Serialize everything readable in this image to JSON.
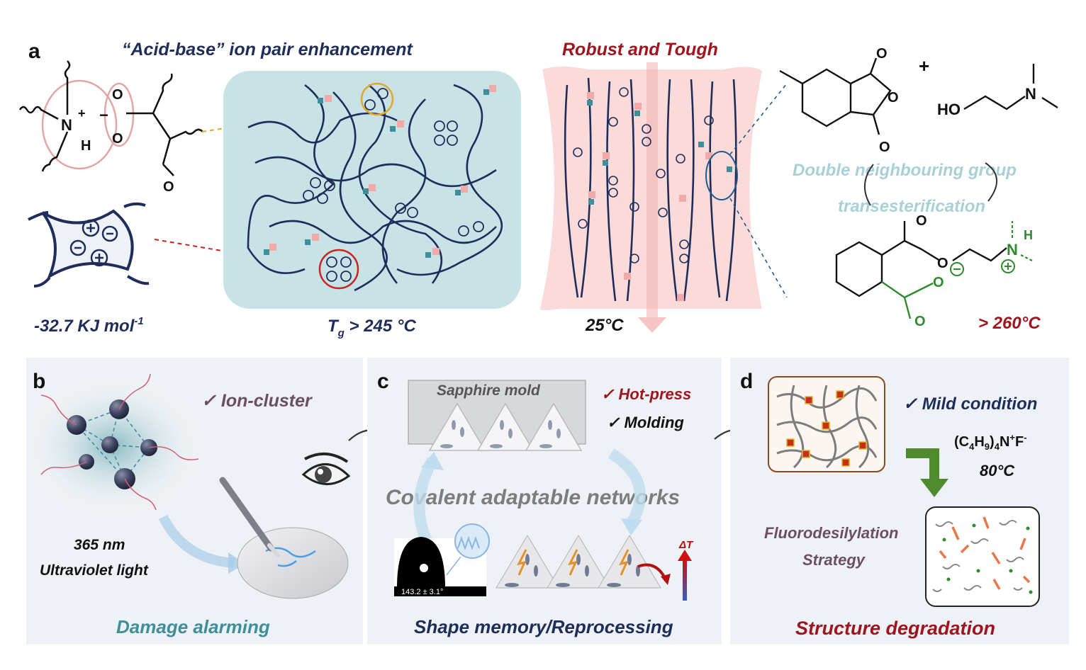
{
  "panel_a": {
    "letter": "a",
    "title": "“Acid-base” ion pair enhancement",
    "energy": "-32.7 KJ mol",
    "energy_sup": "-1",
    "tg_t": "T",
    "tg_sub": "g",
    "tg_rest": " > 245 °C",
    "robust": "Robust and Tough",
    "temp25": "25°C",
    "mech_line1": "Double neighbouring group",
    "mech_line2": "transesterification",
    "temp260": "> 260°C",
    "plus": "+",
    "ho": "HO",
    "n": "N",
    "plus_sign": "+",
    "minus_sign": "−",
    "h": "H",
    "o": "O"
  },
  "panel_b": {
    "letter": "b",
    "ion_cluster": "Ion-cluster",
    "wavelength": "365 nm",
    "uv": "Ultraviolet light",
    "caption": "Damage alarming"
  },
  "panel_c": {
    "letter": "c",
    "mold": "Sapphire  mold",
    "hot_press": "Hot-press",
    "molding": "Molding",
    "can": "Covalent adaptable networks",
    "contact_angle": "143.2 ± 3.1°",
    "delta_t": "ΔT",
    "caption": "Shape memory/Reprocessing"
  },
  "panel_d": {
    "letter": "d",
    "mild": "Mild condition",
    "reagent_a": "(C",
    "reagent_b": "4",
    "reagent_c": "H",
    "reagent_d": "9",
    "reagent_e": ")",
    "reagent_f": "4",
    "reagent_g": "N",
    "reagent_h": "+",
    "reagent_i": "F",
    "reagent_j": "-",
    "temp80": "80°C",
    "strategy1": "Fluorodesilylation",
    "strategy2": "Strategy",
    "caption": "Structure degradation"
  },
  "colors": {
    "navy": "#1f2d5a",
    "darkred": "#a0141e",
    "teal_text": "#3f8f9a",
    "light_teal": "#a8d0d6",
    "mauve": "#6b5060",
    "green": "#2e8b2e",
    "panel_bg": "#eef1f5",
    "blue_box": "#c7e3e6",
    "pink_box": "#fbdada"
  }
}
